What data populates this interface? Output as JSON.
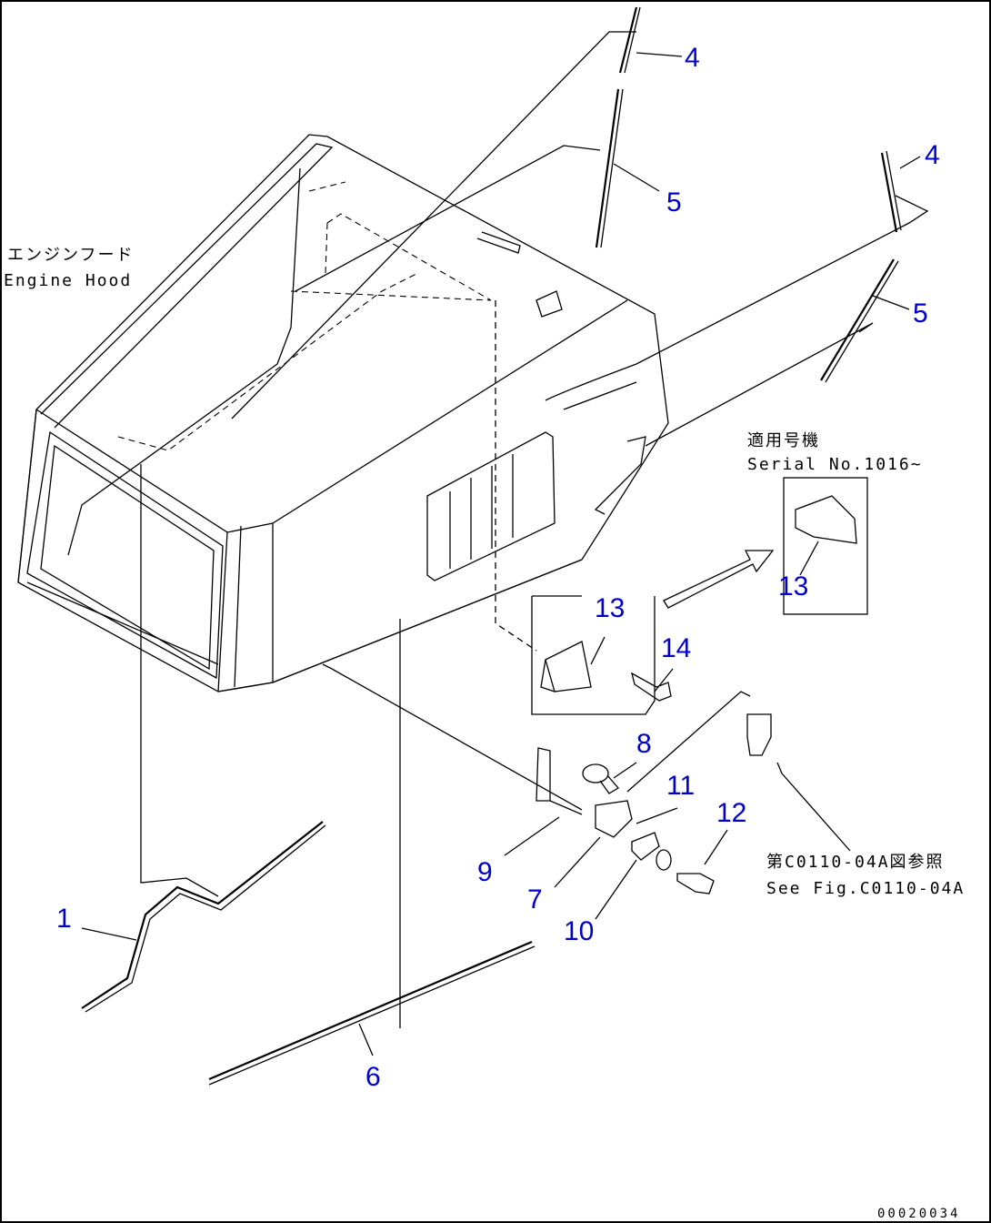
{
  "labels": {
    "engine_hood_jp": "エンジンフード",
    "engine_hood_en": "Engine Hood",
    "serial_jp": "適用号機",
    "serial_en": "Serial No.1016~",
    "see_fig_jp": "第C0110-04A図参照",
    "see_fig_en": "See Fig.C0110-04A",
    "doc_number": "00020034"
  },
  "callouts": {
    "c1": "1",
    "c4a": "4",
    "c4b": "4",
    "c5a": "5",
    "c5b": "5",
    "c6": "6",
    "c7": "7",
    "c8": "8",
    "c9": "9",
    "c10": "10",
    "c11": "11",
    "c12": "12",
    "c13a": "13",
    "c13b": "13",
    "c14": "14"
  },
  "colors": {
    "callout": "#0000cc",
    "line": "#000000"
  }
}
